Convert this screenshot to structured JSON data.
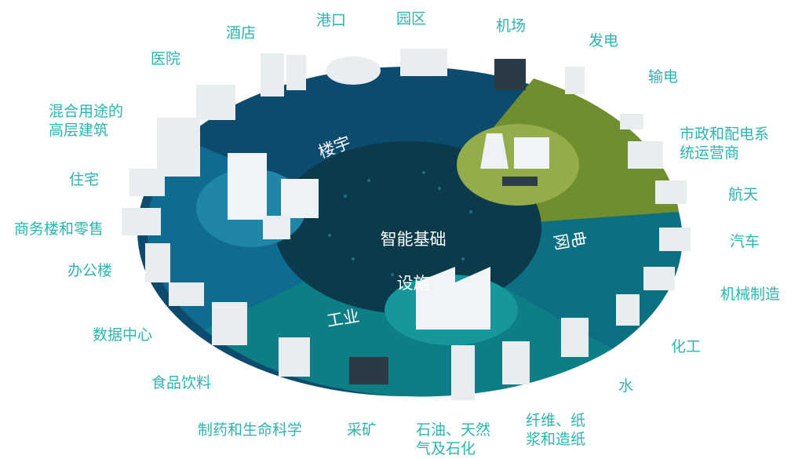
{
  "center": {
    "title_line1": "智能基础",
    "title_line2": "设施"
  },
  "zones": {
    "building": "楼宇",
    "grid": "电网",
    "industry": "工业"
  },
  "sectors": {
    "hotel": "酒店",
    "port": "港口",
    "park": "园区",
    "airport": "机场",
    "generation": "发电",
    "transmission": "输电",
    "municipal": "市政和配电系\n统运营商",
    "hospital": "医院",
    "mixed_use": "混合用途的\n高层建筑",
    "residential": "住宅",
    "commercial": "商务楼和零售",
    "office": "办公楼",
    "data_center": "数据中心",
    "food_beverage": "食品饮料",
    "pharma": "制药和生命科学",
    "mining": "采矿",
    "oil_gas": "石油、天然\n气及石化",
    "fiber_paper": "纤维、纸\n浆和造纸",
    "water": "水",
    "chemical": "化工",
    "machinery": "机械制造",
    "automotive": "汽车",
    "aerospace": "航天"
  },
  "colors": {
    "outer_ring": "#0c4a6e",
    "building_zone": "#0f6b8f",
    "industry_zone": "#0d7d86",
    "grid_zone": "#6f8e2e",
    "center": "#0b3a4a",
    "label": "#2bb5b0"
  }
}
